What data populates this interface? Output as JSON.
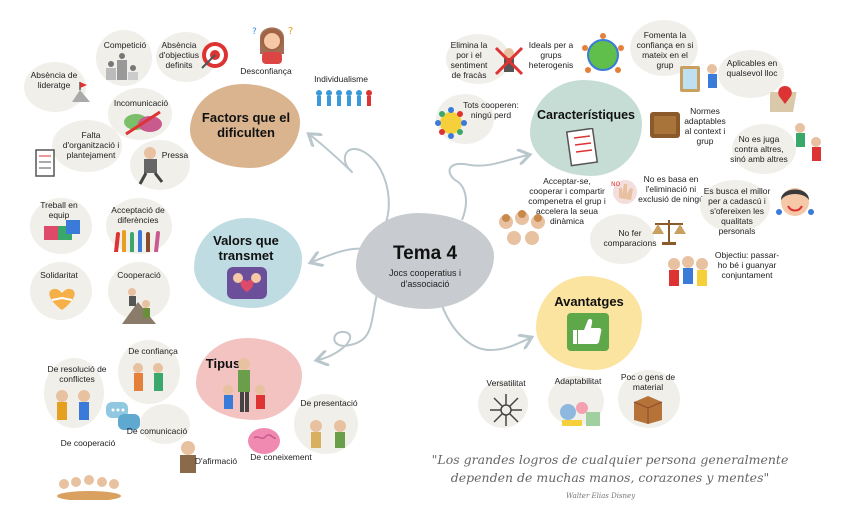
{
  "center": {
    "title": "Tema 4",
    "subtitle": "Jocs cooperatius i d'associació"
  },
  "factors": {
    "title": "Factors que el dificulten",
    "items": {
      "competicio": "Competició",
      "absencia_objectius": "Absència d'objectius definits",
      "desconfianca": "Desconfiança",
      "absencia_lideratge": "Absència de lideratge",
      "incomunicacio": "Incomunicació",
      "individualisme": "Individualisme",
      "falta_organitzacio": "Falta d'organització i plantejament",
      "pressa": "Pressa"
    }
  },
  "valors": {
    "title": "Valors que transmet",
    "items": {
      "treball_equip": "Treball en equip",
      "acceptacio": "Acceptació de diferències",
      "solidaritat": "Solidaritat",
      "cooperacio": "Cooperació"
    }
  },
  "tipus": {
    "title": "Tipus",
    "items": {
      "resolucio": "De resolució de conflictes",
      "confianca": "De confiança",
      "comunicacio": "De comunicació",
      "cooperacio": "De cooperació",
      "afirmacio": "D'afirmació",
      "presentacio": "De presentació",
      "coneixement": "De coneixement"
    }
  },
  "caracteristiques": {
    "title": "Característiques",
    "items": {
      "elimina_por": "Elimina la por i el sentiment de fracàs",
      "ideals_grups": "Ideals per a grups heterogenis",
      "fomenta_confianca": "Fomenta la confiança en si mateix en el grup",
      "aplicables": "Aplicables en qualsevol lloc",
      "tots_cooperen": "Tots cooperen: ningú perd",
      "normes": "Normes adaptables al context i grup",
      "no_juga_contra": "No es juga contra altres, sinó amb altres",
      "acceptar": "Acceptar-se, cooperar i compartir compenetra el grup i accelera la seua dinàmica",
      "no_eliminacio": "No es basa en l'eliminació ni exclusió de ningú",
      "busca_millor": "Es busca el millor per a cadascú i s'ofereixen les qualitats personals",
      "no_comparacions": "No fer comparacions",
      "objectiu": "Objectiu: passar-ho bé i guanyar conjuntament"
    }
  },
  "avantatges": {
    "title": "Avantatges",
    "items": {
      "versatilitat": "Versatilitat",
      "adaptabilitat": "Adaptabilitat",
      "material": "Poc o gens de material"
    }
  },
  "quote": {
    "line1": "\"Los grandes logros de cualquier persona generalmente",
    "line2": "dependen de muchas manos, corazones y mentes\"",
    "author": "Walter Elias Disney"
  },
  "colors": {
    "factors": "#d9b48e",
    "valors": "#bfdce3",
    "tipus": "#f2c3c0",
    "center": "#c8ccd0",
    "caracteristiques": "#c6ddd5",
    "avantatges": "#fbe3a0",
    "connector": "#b9c6cc"
  }
}
